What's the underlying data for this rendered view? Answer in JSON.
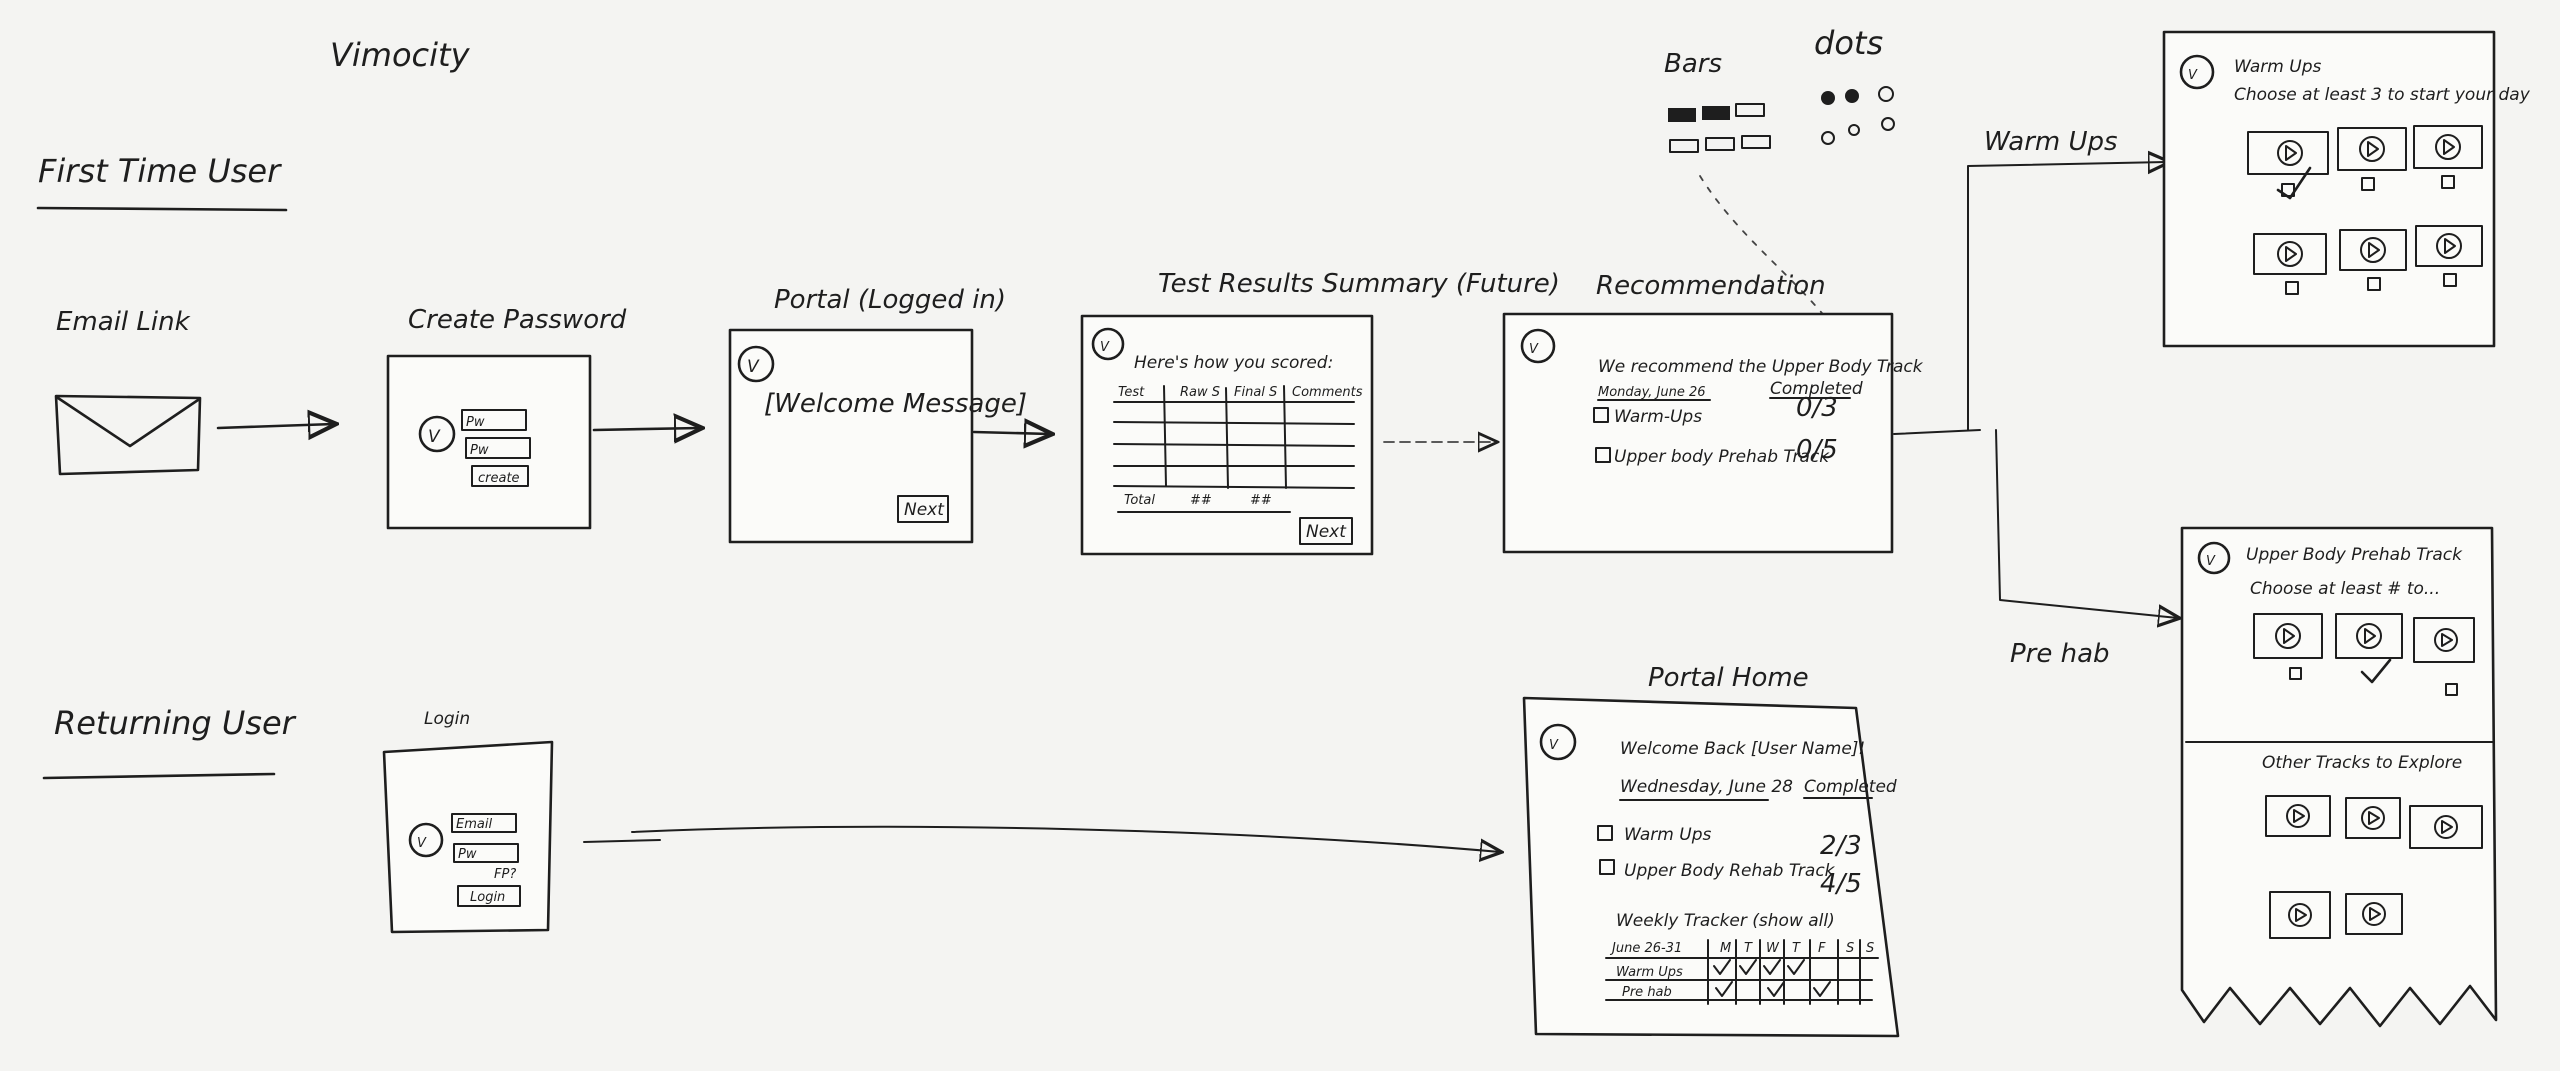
{
  "title": "Vimocity",
  "sections": {
    "first_time": "First Time User",
    "returning": "Returning User"
  },
  "screens": {
    "email_link": {
      "title": "Email Link"
    },
    "create_password": {
      "title": "Create Password",
      "fields": [
        "Pw",
        "Pw"
      ],
      "button": "create"
    },
    "portal_logged_in": {
      "title": "Portal (Logged in)",
      "message": "[Welcome Message]",
      "next": "Next"
    },
    "test_results": {
      "title": "Test Results Summary (Future)",
      "intro": "Here's how you scored:",
      "columns": [
        "Test",
        "Raw S",
        "Final S",
        "Comments"
      ],
      "total_label": "Total",
      "total_values": [
        "##",
        "##"
      ],
      "next": "Next"
    },
    "recommendation": {
      "title": "Recommendation",
      "headline": "We recommend the Upper Body Track",
      "date": "Monday, June 26",
      "completed_header": "Completed",
      "rows": [
        {
          "label": "Warm-Ups",
          "value": "0/3"
        },
        {
          "label": "Upper body Prehab Track",
          "value": "0/5"
        }
      ]
    },
    "login": {
      "title": "Login",
      "fields": [
        "Email",
        "Pw"
      ],
      "forgot": "FP?",
      "button": "Login"
    },
    "portal_home": {
      "title": "Portal Home",
      "welcome": "Welcome Back [User Name]!",
      "date": "Wednesday, June 28",
      "completed_header": "Completed",
      "rows": [
        {
          "label": "Warm Ups",
          "value": "2/3"
        },
        {
          "label": "Upper Body Rehab Track",
          "value": "4/5"
        }
      ],
      "tracker_title": "Weekly Tracker (show all)",
      "tracker_range": "June 26-31",
      "tracker_days": [
        "M",
        "T",
        "W",
        "T",
        "F",
        "S",
        "S"
      ],
      "tracker_rows": [
        "Warm Ups",
        "Pre hab"
      ]
    },
    "warm_ups": {
      "title": "Warm Ups",
      "subtitle": "Choose at least 3 to start your day"
    },
    "prehab": {
      "title": "Upper Body Prehab Track",
      "subtitle": "Choose at least # to...",
      "other_title": "Other Tracks to Explore"
    }
  },
  "branches": {
    "warm_ups": "Warm Ups",
    "prehab": "Pre hab"
  },
  "indicators": {
    "bars": "Bars",
    "dots": "dots"
  }
}
